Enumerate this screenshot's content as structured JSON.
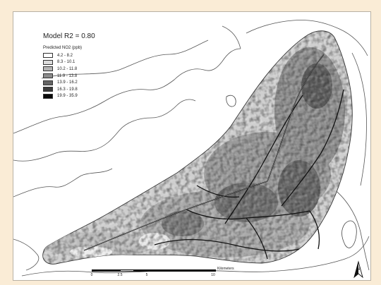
{
  "map": {
    "model_label": "Model R2 = 0.80",
    "legend": {
      "title": "Predicted NO2 (ppb)",
      "classes": [
        {
          "label": "4.2 - 8.2",
          "color": "#ffffff"
        },
        {
          "label": "8.3 - 10.1",
          "color": "#dcdcdc"
        },
        {
          "label": "10.2 - 11.8",
          "color": "#b4b4b4"
        },
        {
          "label": "11.9 - 13.8",
          "color": "#8c8c8c"
        },
        {
          "label": "13.9 - 16.2",
          "color": "#646464"
        },
        {
          "label": "16.3 - 19.8",
          "color": "#3c3c3c"
        },
        {
          "label": "19.9 - 35.9",
          "color": "#0a0a0a"
        }
      ]
    },
    "scale_bar": {
      "unit": "Kilometers",
      "ticks": [
        "0",
        "2.5",
        "5",
        "10"
      ]
    },
    "north_arrow": {
      "letter": "N"
    },
    "colors": {
      "page_background": "#faecd6",
      "map_background": "#ffffff",
      "road": "#111111",
      "shoreline": "#555555"
    }
  }
}
